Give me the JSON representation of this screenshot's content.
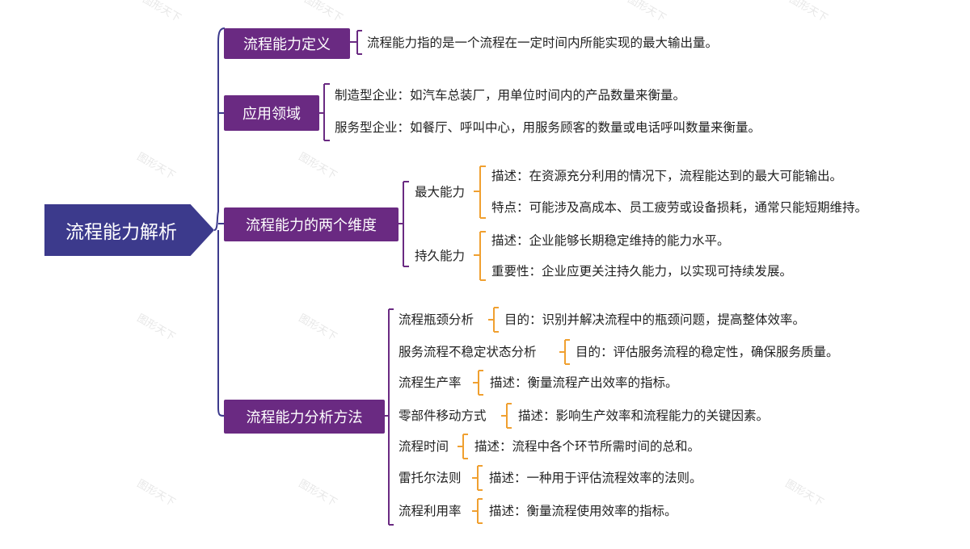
{
  "root": {
    "label": "流程能力解析"
  },
  "branches": {
    "definition": {
      "label": "流程能力定义",
      "items": [
        "流程能力指的是一个流程在一定时间内所能实现的最大输出量。"
      ]
    },
    "application": {
      "label": "应用领域",
      "items": [
        "制造型企业：如汽车总装厂，用单位时间内的产品数量来衡量。",
        "服务型企业：如餐厅、呼叫中心，用服务顾客的数量或电话呼叫数量来衡量。"
      ]
    },
    "dimensions": {
      "label": "流程能力的两个维度",
      "groups": [
        {
          "label": "最大能力",
          "items": [
            "描述：在资源充分利用的情况下，流程能达到的最大可能输出。",
            "特点：可能涉及高成本、员工疲劳或设备损耗，通常只能短期维持。"
          ]
        },
        {
          "label": "持久能力",
          "items": [
            "描述：企业能够长期稳定维持的能力水平。",
            "重要性：企业应更关注持久能力，以实现可持续发展。"
          ]
        }
      ]
    },
    "methods": {
      "label": "流程能力分析方法",
      "groups": [
        {
          "label": "流程瓶颈分析",
          "item": "目的：识别并解决流程中的瓶颈问题，提高整体效率。"
        },
        {
          "label": "服务流程不稳定状态分析",
          "item": "目的：评估服务流程的稳定性，确保服务质量。"
        },
        {
          "label": "流程生产率",
          "item": "描述：衡量流程产出效率的指标。"
        },
        {
          "label": "零部件移动方式",
          "item": "描述：影响生产效率和流程能力的关键因素。"
        },
        {
          "label": "流程时间",
          "item": "描述：流程中各个环节所需时间的总和。"
        },
        {
          "label": "雷托尔法则",
          "item": "描述：一种用于评估流程效率的法则。"
        },
        {
          "label": "流程利用率",
          "item": "描述：衡量流程使用效率的指标。"
        }
      ]
    }
  },
  "colors": {
    "root": "#3c3a8c",
    "level1": "#6a2a82",
    "connector_main": "#3c3a8c",
    "connector_l1": "#6a2a82",
    "connector_l2": "#f0a030"
  },
  "watermark": "图形天下"
}
